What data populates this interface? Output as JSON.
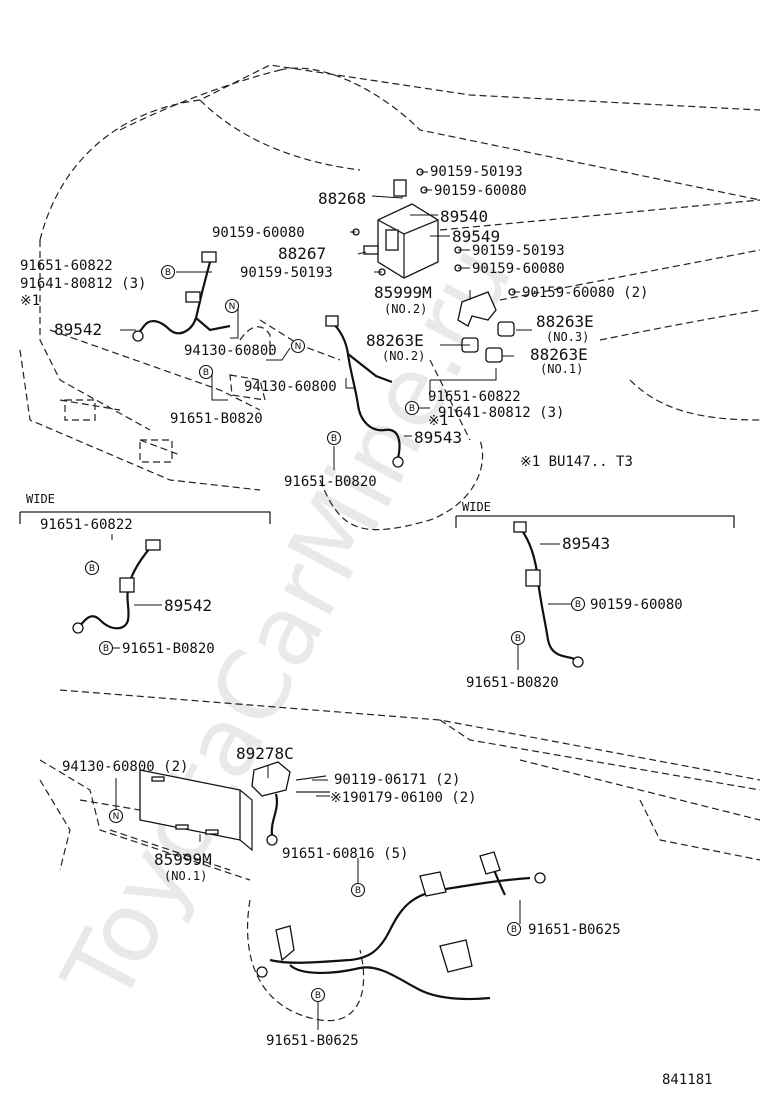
{
  "watermark": "ToyotaCarMine.ru",
  "footer_code": "841181",
  "note": "※1 BU147.. T3",
  "section_labels": {
    "wide_left": "WIDE",
    "wide_right": "WIDE"
  },
  "labels": {
    "p90159_50193_a": "90159-50193",
    "p88268": "88268",
    "p90159_60080_a": "90159-60080",
    "p89540": "89540",
    "p90159_60080_b": "90159-60080",
    "p89549": "89549",
    "p88267": "88267",
    "p90159_50193_b": "90159-50193",
    "p90159_50193_c": "90159-50193",
    "p90159_60080_c": "90159-60080",
    "p91651_60822_a": "91651-60822",
    "p91641_80812_a": "91641-80812 (3)",
    "mark1_a": "※1",
    "p85999m_no2": "85999M",
    "no2_a": "(NO.2)",
    "p90159_60080_2": "90159-60080 (2)",
    "p89542_a": "89542",
    "p88263e_no3": "88263E",
    "no3": "(NO.3)",
    "p94130_60800_a": "94130-60800",
    "p88263e_no2": "88263E",
    "no2_b": "(NO.2)",
    "p88263e_no1": "88263E",
    "no1_a": "(NO.1)",
    "p94130_60800_b": "94130-60800",
    "p91651_60822_b": "91651-60822",
    "p91641_80812_b": "91641-80812 (3)",
    "mark1_b": "※1",
    "p91651_b0820_a": "91651-B0820",
    "p89543_a": "89543",
    "p91651_b0820_b": "91651-B0820",
    "p91651_60822_c": "91651-60822",
    "p89542_b": "89542",
    "p91651_b0820_c": "91651-B0820",
    "p89543_b": "89543",
    "p90159_60080_d": "90159-60080",
    "p91651_b0820_d": "91651-B0820",
    "p94130_60800_2": "94130-60800 (2)",
    "p89278c": "89278C",
    "p90119_06171": "90119-06171 (2)",
    "p90179_06100": "※190179-06100 (2)",
    "p91651_60816": "91651-60816 (5)",
    "p85999m_no1": "85999M",
    "no1_b": "(NO.1)",
    "p91651_b0625_a": "91651-B0625",
    "p91651_b0625_b": "91651-B0625"
  },
  "markers": {
    "b": "B",
    "n": "N"
  }
}
